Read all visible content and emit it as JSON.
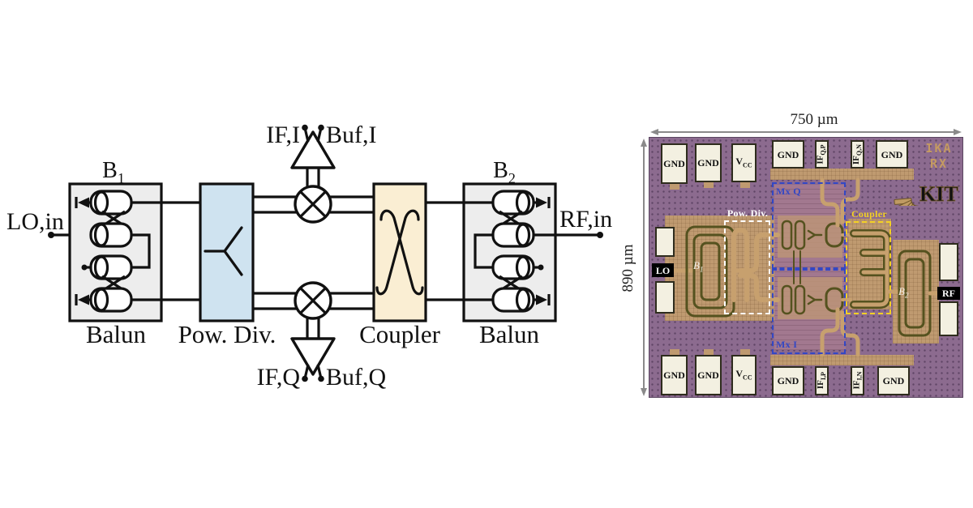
{
  "figure": {
    "left_diagram": {
      "lo_in": "LO,in",
      "rf_in": "RF,in",
      "b1": {
        "main": "B",
        "sub": "1"
      },
      "b2": {
        "main": "B",
        "sub": "2"
      },
      "balun_left": "Balun",
      "pow_div": "Pow. Div.",
      "coupler": "Coupler",
      "balun_right": "Balun",
      "if_i": "IF,I",
      "buf_i": "Buf,I",
      "if_q": "IF,Q",
      "buf_q": "Buf,Q",
      "colors": {
        "balun_fill": "#ededed",
        "pow_div_fill": "#cfe3f0",
        "coupler_fill": "#faeed3",
        "line": "#111111"
      }
    },
    "chip": {
      "dim_width": "750 µm",
      "dim_height": "890 µm",
      "logo": {
        "line1": "IKA",
        "line2": "RX",
        "kit": "KIT"
      },
      "pads": {
        "top": [
          {
            "label": "GND"
          },
          {
            "label": "GND"
          },
          {
            "main": "V",
            "sub": "CC"
          },
          {
            "label": "GND"
          },
          {
            "main": "IF",
            "sub": "Q,P"
          },
          {
            "main": "IF",
            "sub": "Q,N"
          },
          {
            "label": "GND"
          }
        ],
        "bottom": [
          {
            "label": "GND"
          },
          {
            "label": "GND"
          },
          {
            "main": "V",
            "sub": "CC"
          },
          {
            "label": "GND"
          },
          {
            "main": "IF",
            "sub": "I,P"
          },
          {
            "main": "IF",
            "sub": "I,N"
          },
          {
            "label": "GND"
          }
        ],
        "left": {
          "label": "LO"
        },
        "right": {
          "label": "RF"
        }
      },
      "regions": {
        "pow_div": "Pow. Div.",
        "mx_q": "Mx Q",
        "mx_i": "Mx I",
        "coupler": "Coupler",
        "b1": {
          "main": "B",
          "sub": "1"
        },
        "b2": {
          "main": "B",
          "sub": "2"
        }
      },
      "colors": {
        "die": "#8c6b8f",
        "metal": "#bf9a70",
        "inductor": "#55521f",
        "pad": "#f3f0e1",
        "pow_div_box": "#ffffff",
        "mixer_box": "#3347c5",
        "coupler_box": "#f2d024"
      }
    }
  }
}
